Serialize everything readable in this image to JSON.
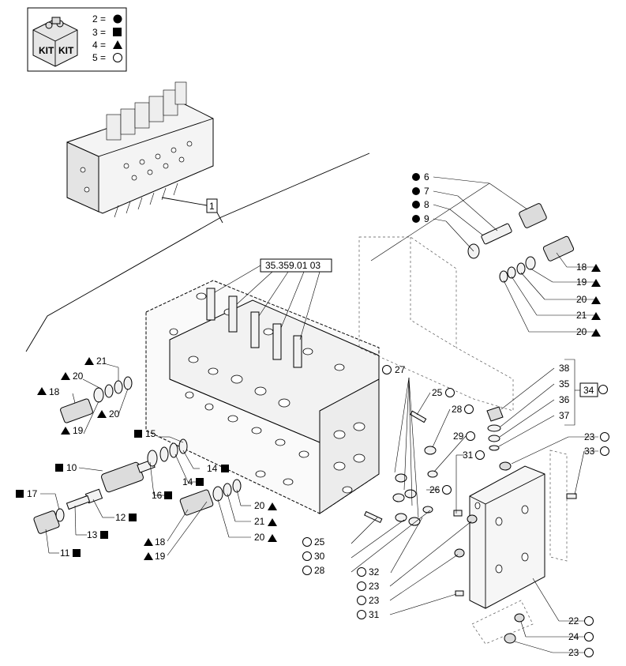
{
  "legend": {
    "kit_text_left": "KIT",
    "kit_text_right": "KIT",
    "rows": [
      {
        "num": "2",
        "eq": "=",
        "symbol": "circle-filled"
      },
      {
        "num": "3",
        "eq": "=",
        "symbol": "square-filled"
      },
      {
        "num": "4",
        "eq": "=",
        "symbol": "triangle-filled"
      },
      {
        "num": "5",
        "eq": "=",
        "symbol": "circle-open"
      }
    ]
  },
  "refbox": "35.359.01 03",
  "callouts": {
    "c1": "1",
    "c6": "6",
    "c7": "7",
    "c8": "8",
    "c9": "9",
    "c18r": "18",
    "c19r": "19",
    "c20r1": "20",
    "c21r": "21",
    "c20r2": "20",
    "c38": "38",
    "c35": "35",
    "c36": "36",
    "c37": "37",
    "c34": "34",
    "c27": "27",
    "c25a": "25",
    "c28a": "28",
    "c29": "29",
    "c31a": "31",
    "c26": "26",
    "c23a": "23",
    "c33": "33",
    "c21l": "21",
    "c20l1": "20",
    "c18l": "18",
    "c19l": "19",
    "c20l2": "20",
    "c15": "15",
    "c14a": "14",
    "c14b": "14",
    "c10": "10",
    "c16": "16",
    "c17": "17",
    "c12": "12",
    "c13": "13",
    "c11": "11",
    "c20m1": "20",
    "c21m": "21",
    "c20m2": "20",
    "c18m": "18",
    "c19m": "19",
    "c25b": "25",
    "c30": "30",
    "c28b": "28",
    "c32": "32",
    "c23b": "23",
    "c23c": "23",
    "c31b": "31",
    "c22": "22",
    "c24": "24",
    "c23d": "23"
  }
}
